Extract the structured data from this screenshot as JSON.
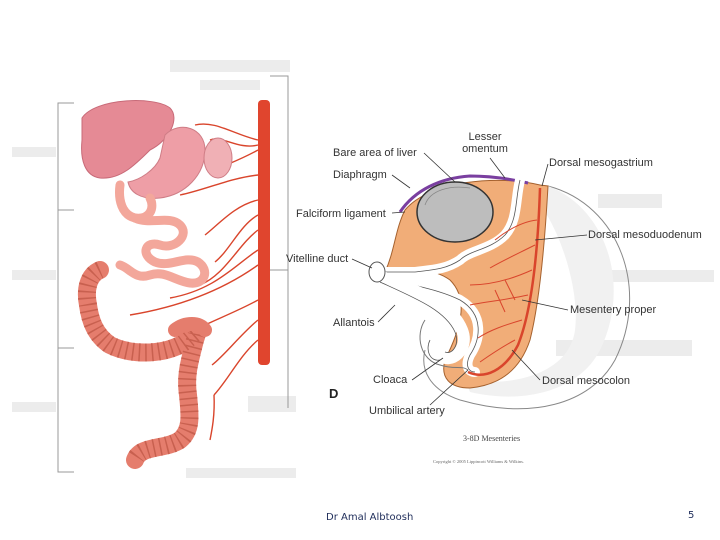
{
  "diagram": {
    "panel_letter": "D",
    "labels": {
      "lesser_omentum": "Lesser\nomentum",
      "bare_area_of_liver": "Bare area of liver",
      "diaphragm": "Diaphragm",
      "falciform_ligament": "Falciform ligament",
      "vitelline_duct": "Vitelline duct",
      "allantois": "Allantois",
      "cloaca": "Cloaca",
      "umbilical_artery": "Umbilical artery",
      "dorsal_mesogastrium": "Dorsal mesogastrium",
      "dorsal_mesoduodenum": "Dorsal mesoduodenum",
      "mesentery_proper": "Mesentery proper",
      "dorsal_mesocolon": "Dorsal mesocolon"
    },
    "caption": "3-8D Mesenteries",
    "copyright": "Copyright © 2005 Lippincott Williams & Wilkins."
  },
  "footer": {
    "author": "Dr Amal Albtoosh",
    "page_number": "5"
  },
  "colors": {
    "aorta": "#e0452e",
    "artery": "#d9452c",
    "liver": "#e58a95",
    "stomach": "#ee9ea6",
    "intestine": "#f3a79b",
    "colon": "#e57d6d",
    "mesentery": "#f1ad78",
    "diaphragm": "#7a3fa0",
    "footer_text": "#1f2d5a"
  }
}
